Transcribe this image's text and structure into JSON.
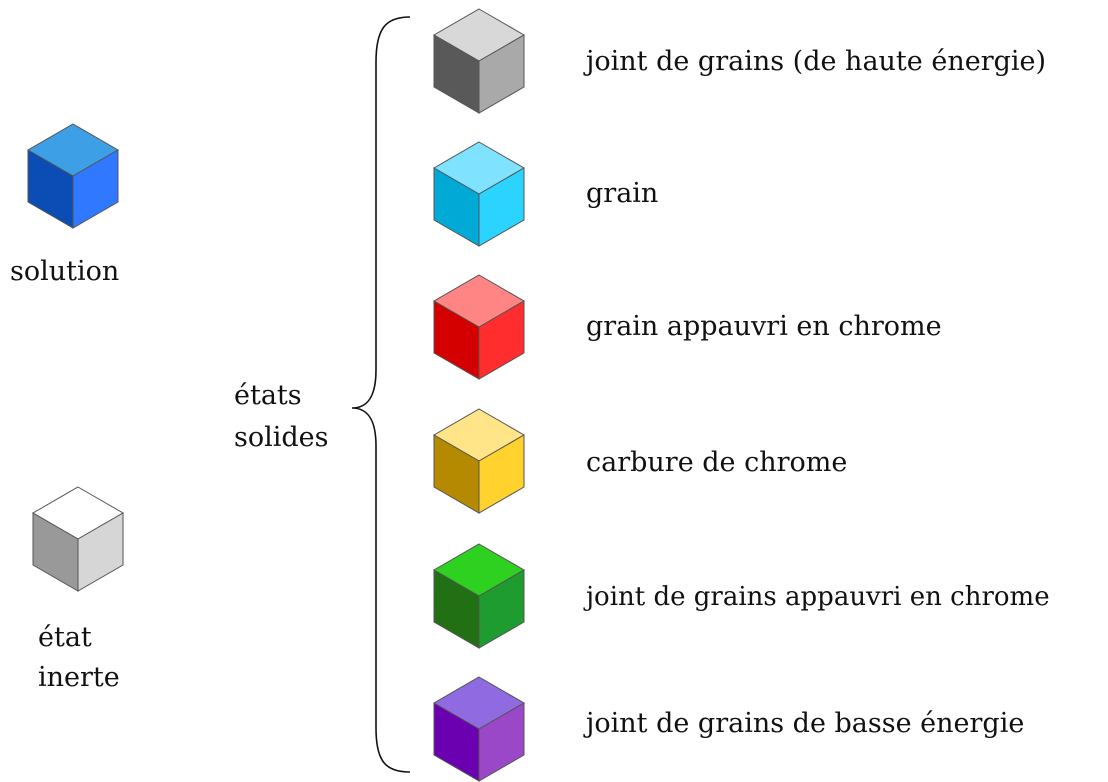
{
  "legend": {
    "left": [
      {
        "label": "solution",
        "icon": "blue-cube-icon",
        "colors": {
          "top": "#3da0e6",
          "left": "#0b4db5",
          "right": "#2f78ff"
        }
      },
      {
        "label": "état\ninerte",
        "label_lines": [
          "état",
          "inerte"
        ],
        "icon": "white-cube-icon",
        "colors": {
          "top": "#ffffff",
          "left": "#999999",
          "right": "#d6d6d6"
        }
      }
    ],
    "group_label_lines": [
      "états",
      "solides"
    ],
    "solid_states": [
      {
        "label": "joint de grains (de haute énergie)",
        "icon": "gray-cube-icon",
        "colors": {
          "top": "#d8d8d8",
          "left": "#595959",
          "right": "#a9a9a9"
        }
      },
      {
        "label": "grain",
        "icon": "cyan-cube-icon",
        "colors": {
          "top": "#7fe3ff",
          "left": "#00a9d6",
          "right": "#2bd3ff"
        }
      },
      {
        "label": "grain appauvri en chrome",
        "icon": "red-cube-icon",
        "colors": {
          "top": "#ff8585",
          "left": "#d40000",
          "right": "#ff2d2d"
        }
      },
      {
        "label": "carbure de chrome",
        "icon": "yellow-cube-icon",
        "colors": {
          "top": "#ffe488",
          "left": "#b58a00",
          "right": "#ffd22e"
        }
      },
      {
        "label": "joint de grains appauvri en chrome",
        "icon": "green-cube-icon",
        "colors": {
          "top": "#2ed11f",
          "left": "#217014",
          "right": "#1e9c2f"
        }
      },
      {
        "label": "joint de grains de basse énergie",
        "icon": "purple-cube-icon",
        "colors": {
          "top": "#8f6ae0",
          "left": "#6a00b0",
          "right": "#9a48c8"
        }
      }
    ]
  }
}
